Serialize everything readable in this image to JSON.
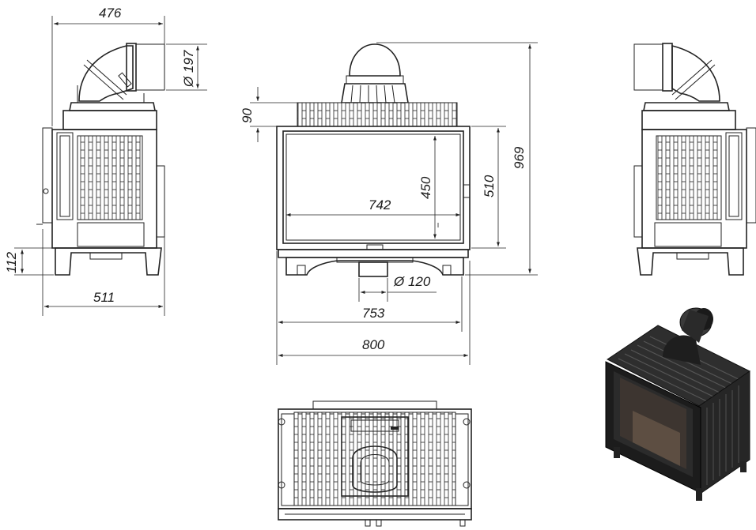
{
  "dimensions": {
    "side_depth": "476",
    "flue_diameter": "Ø 197",
    "flue_height": "90",
    "glass_height": "450",
    "door_height": "510",
    "total_height": "969",
    "glass_width": "742",
    "leg_height": "112",
    "side_base_width": "511",
    "air_inlet_diameter": "Ø 120",
    "air_inlet_offset": "753",
    "total_width": "800"
  },
  "colors": {
    "line": "#222222",
    "body_dark": "#1c1c1c",
    "body_mid": "#3a3a3a",
    "glass": "#2b2b2b",
    "fire": "#6b5a4a"
  }
}
